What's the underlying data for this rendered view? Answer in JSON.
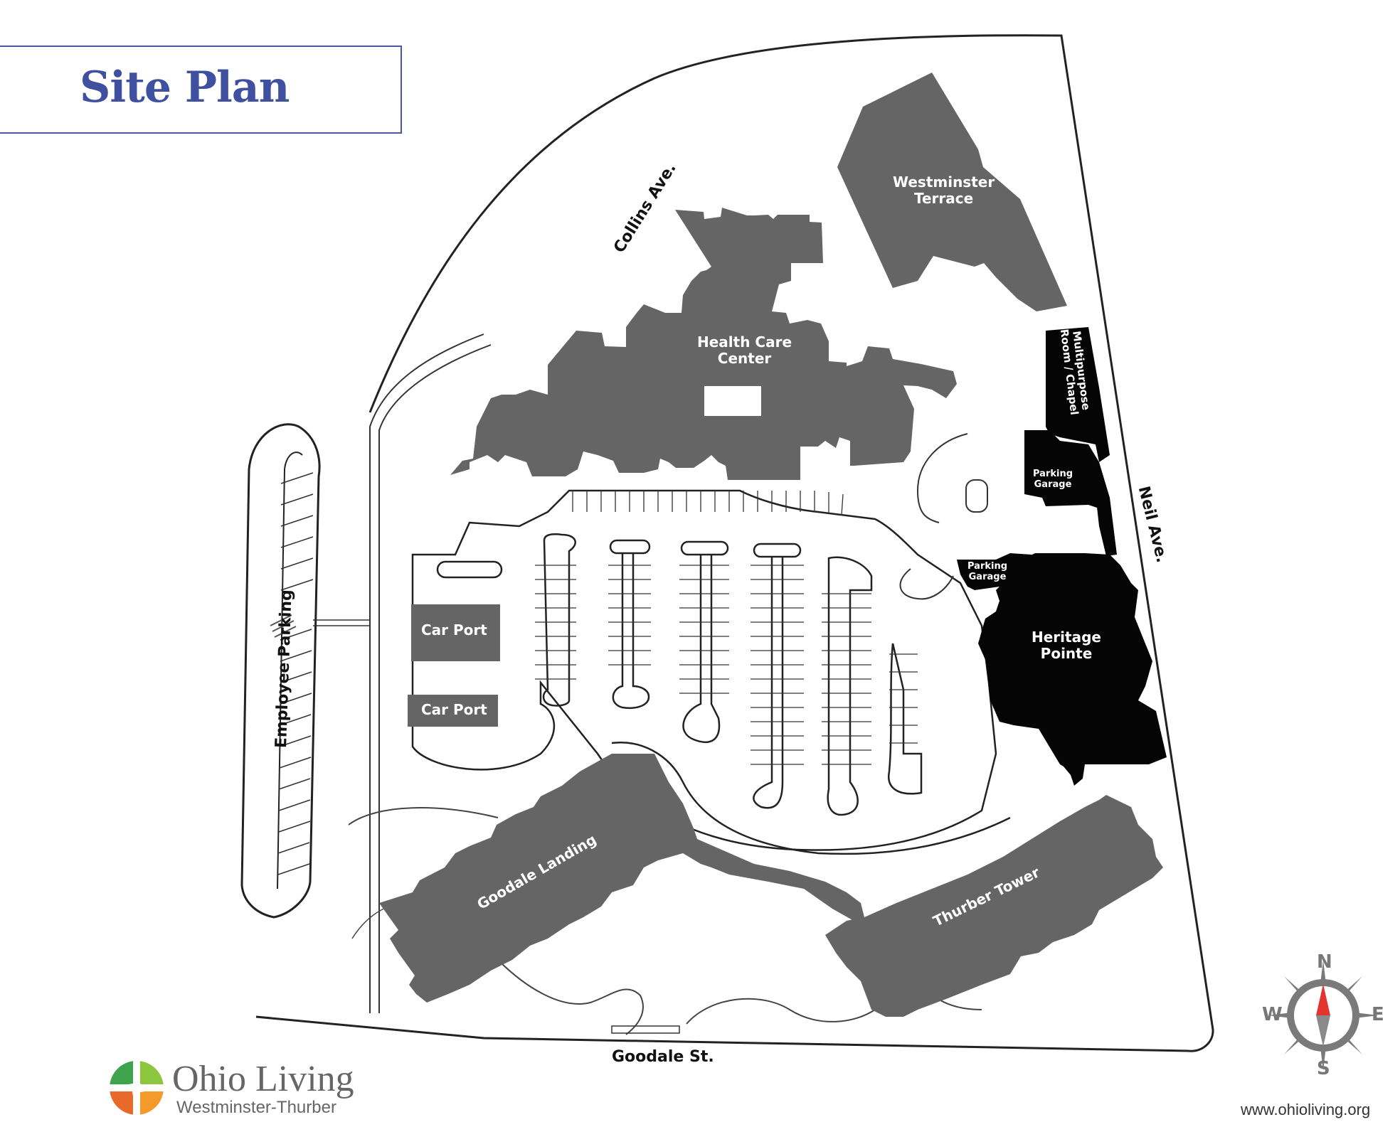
{
  "title": "Site Plan",
  "streets": {
    "collins": "Collins Ave.",
    "neil": "Neil Ave.",
    "goodale": "Goodale St."
  },
  "buildings": {
    "westminster": [
      "Westminster",
      "Terrace"
    ],
    "health_care": [
      "Health Care",
      "Center"
    ],
    "chapel": [
      "Multipurpose",
      "Room / Chapel"
    ],
    "garage1": [
      "Parking",
      "Garage"
    ],
    "garage2": [
      "Parking",
      "Garage"
    ],
    "heritage": [
      "Heritage",
      "Pointe"
    ],
    "carport1": "Car Port",
    "carport2": "Car Port",
    "goodale_landing": "Goodale Landing",
    "thurber": "Thurber Tower"
  },
  "employee_parking": "Employee Parking",
  "logo": {
    "name": "Ohio Living",
    "location": "Westminster-Thurber"
  },
  "website": "www.ohioliving.org",
  "compass": {
    "n": "N",
    "s": "S",
    "e": "E",
    "w": "W"
  },
  "colors": {
    "building_gray": "#656565",
    "building_black": "#050505",
    "title_blue": "#4050a0"
  }
}
